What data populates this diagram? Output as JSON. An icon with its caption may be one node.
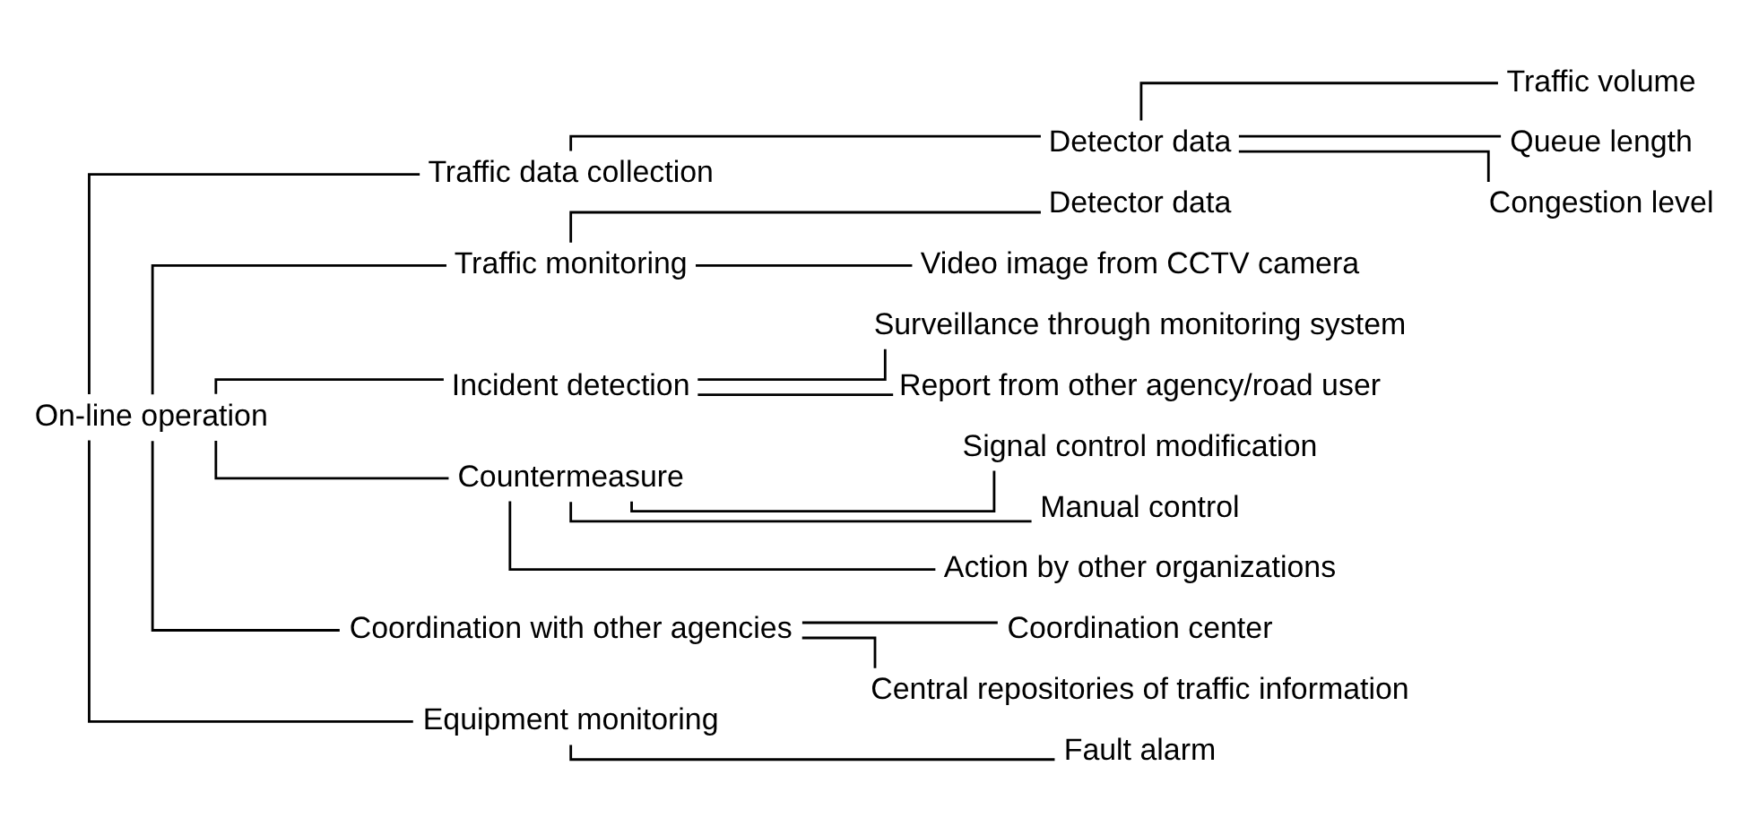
{
  "diagram": {
    "nodes": [
      {
        "text": [
          "On-line operation"
        ]
      },
      {
        "text": [
          "Traffic data collection"
        ]
      },
      {
        "text": [
          "Detector data"
        ]
      },
      {
        "text": [
          "Traffic volume"
        ]
      },
      {
        "text": [
          "Queue length"
        ]
      },
      {
        "text": [
          "Congestion level"
        ]
      },
      {
        "text": [
          "Traffic monitoring"
        ]
      },
      {
        "text": [
          "Detector data"
        ]
      },
      {
        "text": [
          "Video image from CCTV camera"
        ]
      },
      {
        "text": [
          "Incident detection"
        ]
      },
      {
        "text": [
          "Surveillance through monitoring system"
        ]
      },
      {
        "text": [
          "Report from other agency/road user"
        ]
      },
      {
        "text": [
          "Countermeasure"
        ]
      },
      {
        "text": [
          "Signal control modification"
        ]
      },
      {
        "text": [
          "Manual control"
        ]
      },
      {
        "text": [
          "Action by other organizations"
        ]
      },
      {
        "text": [
          "Coordination with other agencies"
        ]
      },
      {
        "text": [
          "Coordination center"
        ]
      },
      {
        "text": [
          "Central repositories of traffic information"
        ]
      },
      {
        "text": [
          "Equipment monitoring"
        ]
      },
      {
        "text": [
          "Fault alarm"
        ]
      }
    ],
    "edges": [
      {
        "from": 0,
        "to": 1,
        "arrow": "none"
      },
      {
        "from": 1,
        "to": 2,
        "arrow": "none"
      },
      {
        "from": 2,
        "to": 3,
        "arrow": "none"
      },
      {
        "from": 2,
        "to": 4,
        "arrow": "none"
      },
      {
        "from": 2,
        "to": 5,
        "arrow": "none"
      },
      {
        "from": 0,
        "to": 6,
        "arrow": "none"
      },
      {
        "from": 6,
        "to": 7,
        "arrow": "none"
      },
      {
        "from": 6,
        "to": 8,
        "arrow": "none"
      },
      {
        "from": 0,
        "to": 9,
        "arrow": "none"
      },
      {
        "from": 9,
        "to": 10,
        "arrow": "none"
      },
      {
        "from": 9,
        "to": 11,
        "arrow": "none"
      },
      {
        "from": 0,
        "to": 12,
        "arrow": "none"
      },
      {
        "from": 12,
        "to": 13,
        "arrow": "none"
      },
      {
        "from": 12,
        "to": 14,
        "arrow": "none"
      },
      {
        "from": 12,
        "to": 15,
        "arrow": "none"
      },
      {
        "from": 0,
        "to": 16,
        "arrow": "none"
      },
      {
        "from": 16,
        "to": 17,
        "arrow": "none"
      },
      {
        "from": 16,
        "to": 18,
        "arrow": "none"
      },
      {
        "from": 0,
        "to": 19,
        "arrow": "none"
      },
      {
        "from": 19,
        "to": 20,
        "arrow": "none"
      }
    ]
  }
}
